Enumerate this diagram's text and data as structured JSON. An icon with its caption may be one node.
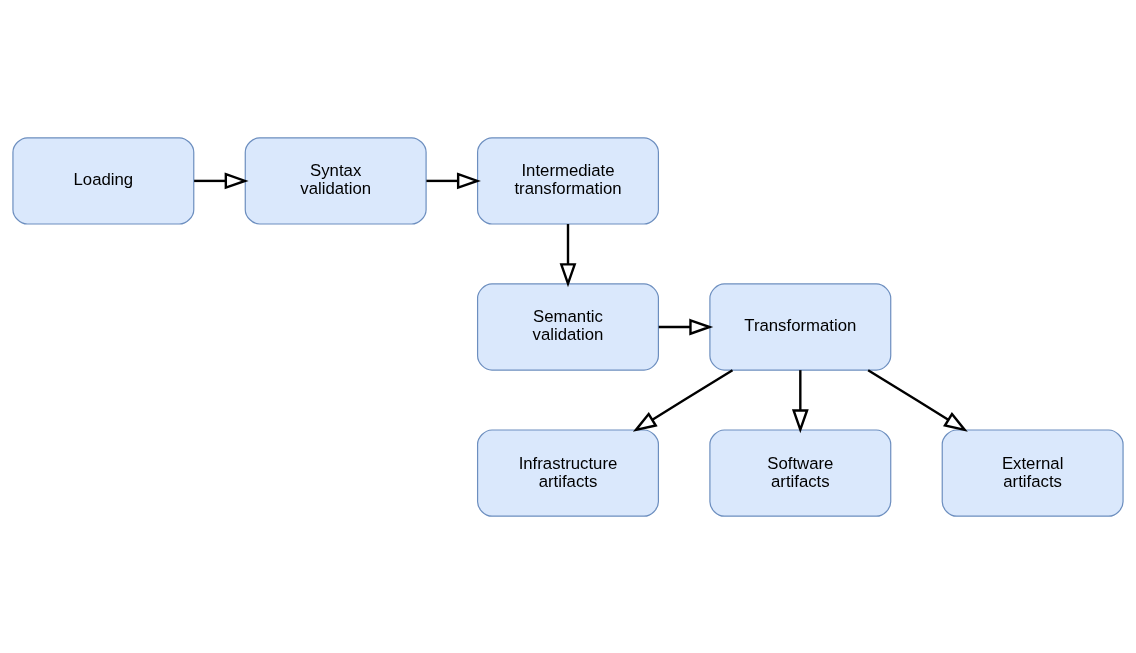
{
  "diagram": {
    "nodes": [
      {
        "text": [
          "Loading"
        ]
      },
      {
        "text": [
          "Syntax validation"
        ]
      },
      {
        "text": [
          "Intermediate transformation"
        ]
      },
      {
        "text": [
          "Semantic validation"
        ]
      },
      {
        "text": [
          "Transformation"
        ]
      },
      {
        "text": [
          "Infrastructure artifacts"
        ]
      },
      {
        "text": [
          "Software artifacts"
        ]
      },
      {
        "text": [
          "External artifacts"
        ]
      }
    ],
    "edges": [
      {
        "from": 0,
        "to": 1,
        "arrow": "to"
      },
      {
        "from": 1,
        "to": 2,
        "arrow": "to"
      },
      {
        "from": 2,
        "to": 3,
        "arrow": "to"
      },
      {
        "from": 3,
        "to": 4,
        "arrow": "to"
      },
      {
        "from": 4,
        "to": 5,
        "arrow": "to"
      },
      {
        "from": 4,
        "to": 6,
        "arrow": "to"
      },
      {
        "from": 4,
        "to": 7,
        "arrow": "to"
      }
    ]
  }
}
